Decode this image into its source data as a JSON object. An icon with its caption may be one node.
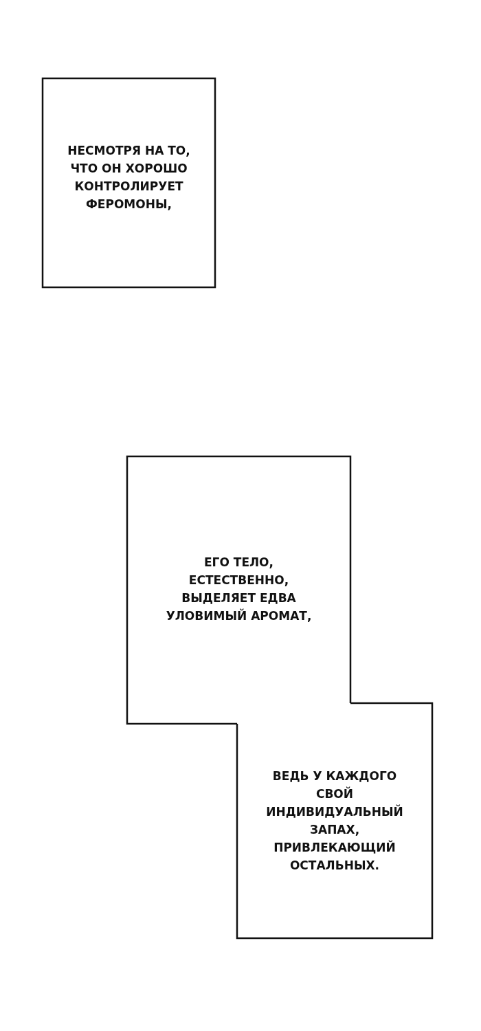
{
  "diagram": {
    "nodes": [
      {
        "text": [
          "НЕСМОТРЯ НА ТО, ЧТО ОН ХОРОШО КОНТРОЛИРУЕТ ФЕРОМОНЫ,"
        ]
      },
      {
        "text": [
          "ЕГО ТЕЛО, ЕСТЕСТВЕННО, ВЫДЕЛЯЕТ ЕДВА УЛОВИМЫЙ АРОМАТ,"
        ]
      },
      {
        "text": [
          "ВЕДЬ У КАЖДОГО СВОЙ ИНДИВИДУАЛЬНЫЙ ЗАПАХ, ПРИВЛЕКАЮЩИЙ ОСТАЛЬНЫХ."
        ]
      }
    ]
  }
}
